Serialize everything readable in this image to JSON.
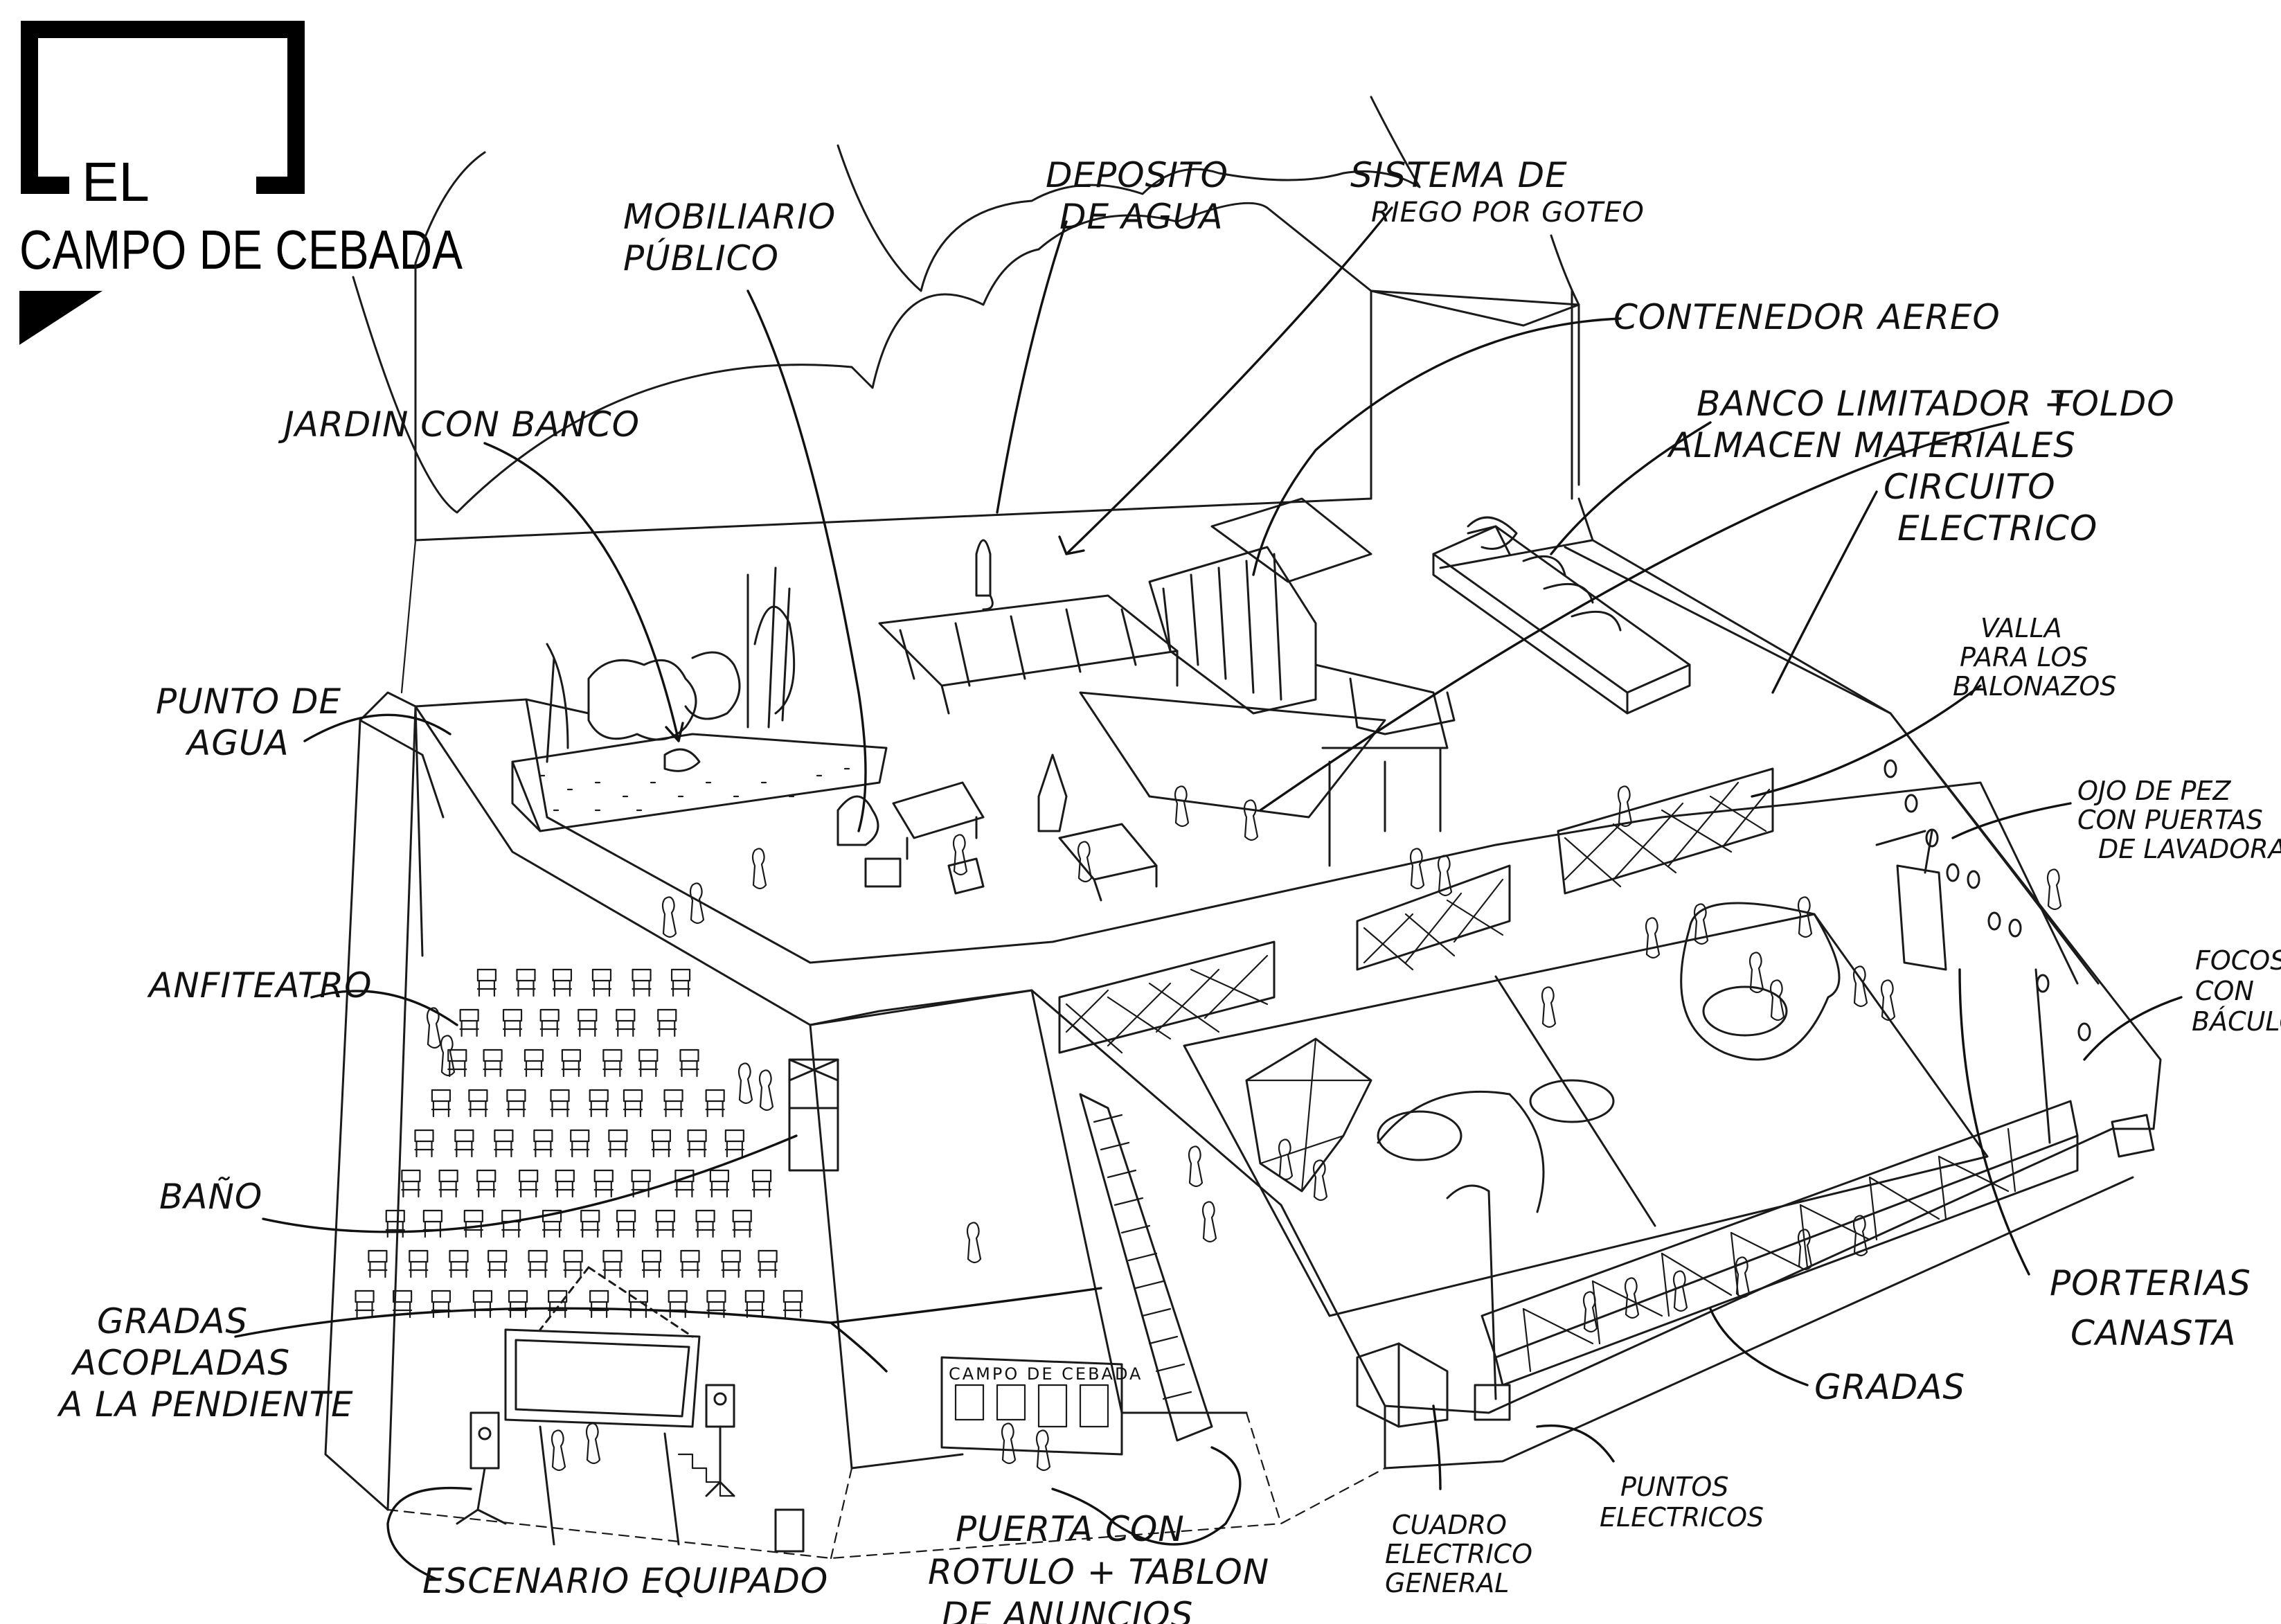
{
  "logo": {
    "line1": "EL",
    "line2": "CAMPO DE CEBADA"
  },
  "sign_text": "CAMPO DE CEBADA",
  "labels": {
    "mobiliario": [
      "MOBILIARIO",
      "PÚBLICO"
    ],
    "deposito": [
      "DEPOSITO",
      "DE AGUA"
    ],
    "sistema": [
      "SISTEMA DE",
      "RIEGO POR GOTEO"
    ],
    "contenedor": [
      "CONTENEDOR AEREO"
    ],
    "jardin": [
      "JARDIN CON BANCO"
    ],
    "banco": [
      "BANCO LIMITADOR +",
      "ALMACEN MATERIALES"
    ],
    "toldo": [
      "TOLDO"
    ],
    "circuito": [
      "CIRCUITO",
      "ELECTRICO"
    ],
    "valla": [
      "VALLA",
      "PARA LOS",
      "BALONAZOS"
    ],
    "punto_agua": [
      "PUNTO DE",
      "AGUA"
    ],
    "ojo": [
      "OJO DE PEZ",
      "CON PUERTAS",
      "DE LAVADORA"
    ],
    "anfiteatro": [
      "ANFITEATRO"
    ],
    "focos": [
      "FOCOS",
      "CON",
      "BÁCULOS"
    ],
    "bano": [
      "BAÑO"
    ],
    "gradas_acopladas": [
      "GRADAS",
      "ACOPLADAS",
      "A LA PENDIENTE"
    ],
    "porterias": [
      "PORTERIAS",
      "CANASTA"
    ],
    "gradas": [
      "GRADAS"
    ],
    "puerta": [
      "PUERTA CON",
      "ROTULO + TABLON",
      "DE ANUNCIOS"
    ],
    "puntos_electricos": [
      "PUNTOS",
      "ELECTRICOS"
    ],
    "cuadro": [
      "CUADRO",
      "ELECTRICO",
      "GENERAL"
    ],
    "escenario": [
      "ESCENARIO EQUIPADO"
    ]
  }
}
